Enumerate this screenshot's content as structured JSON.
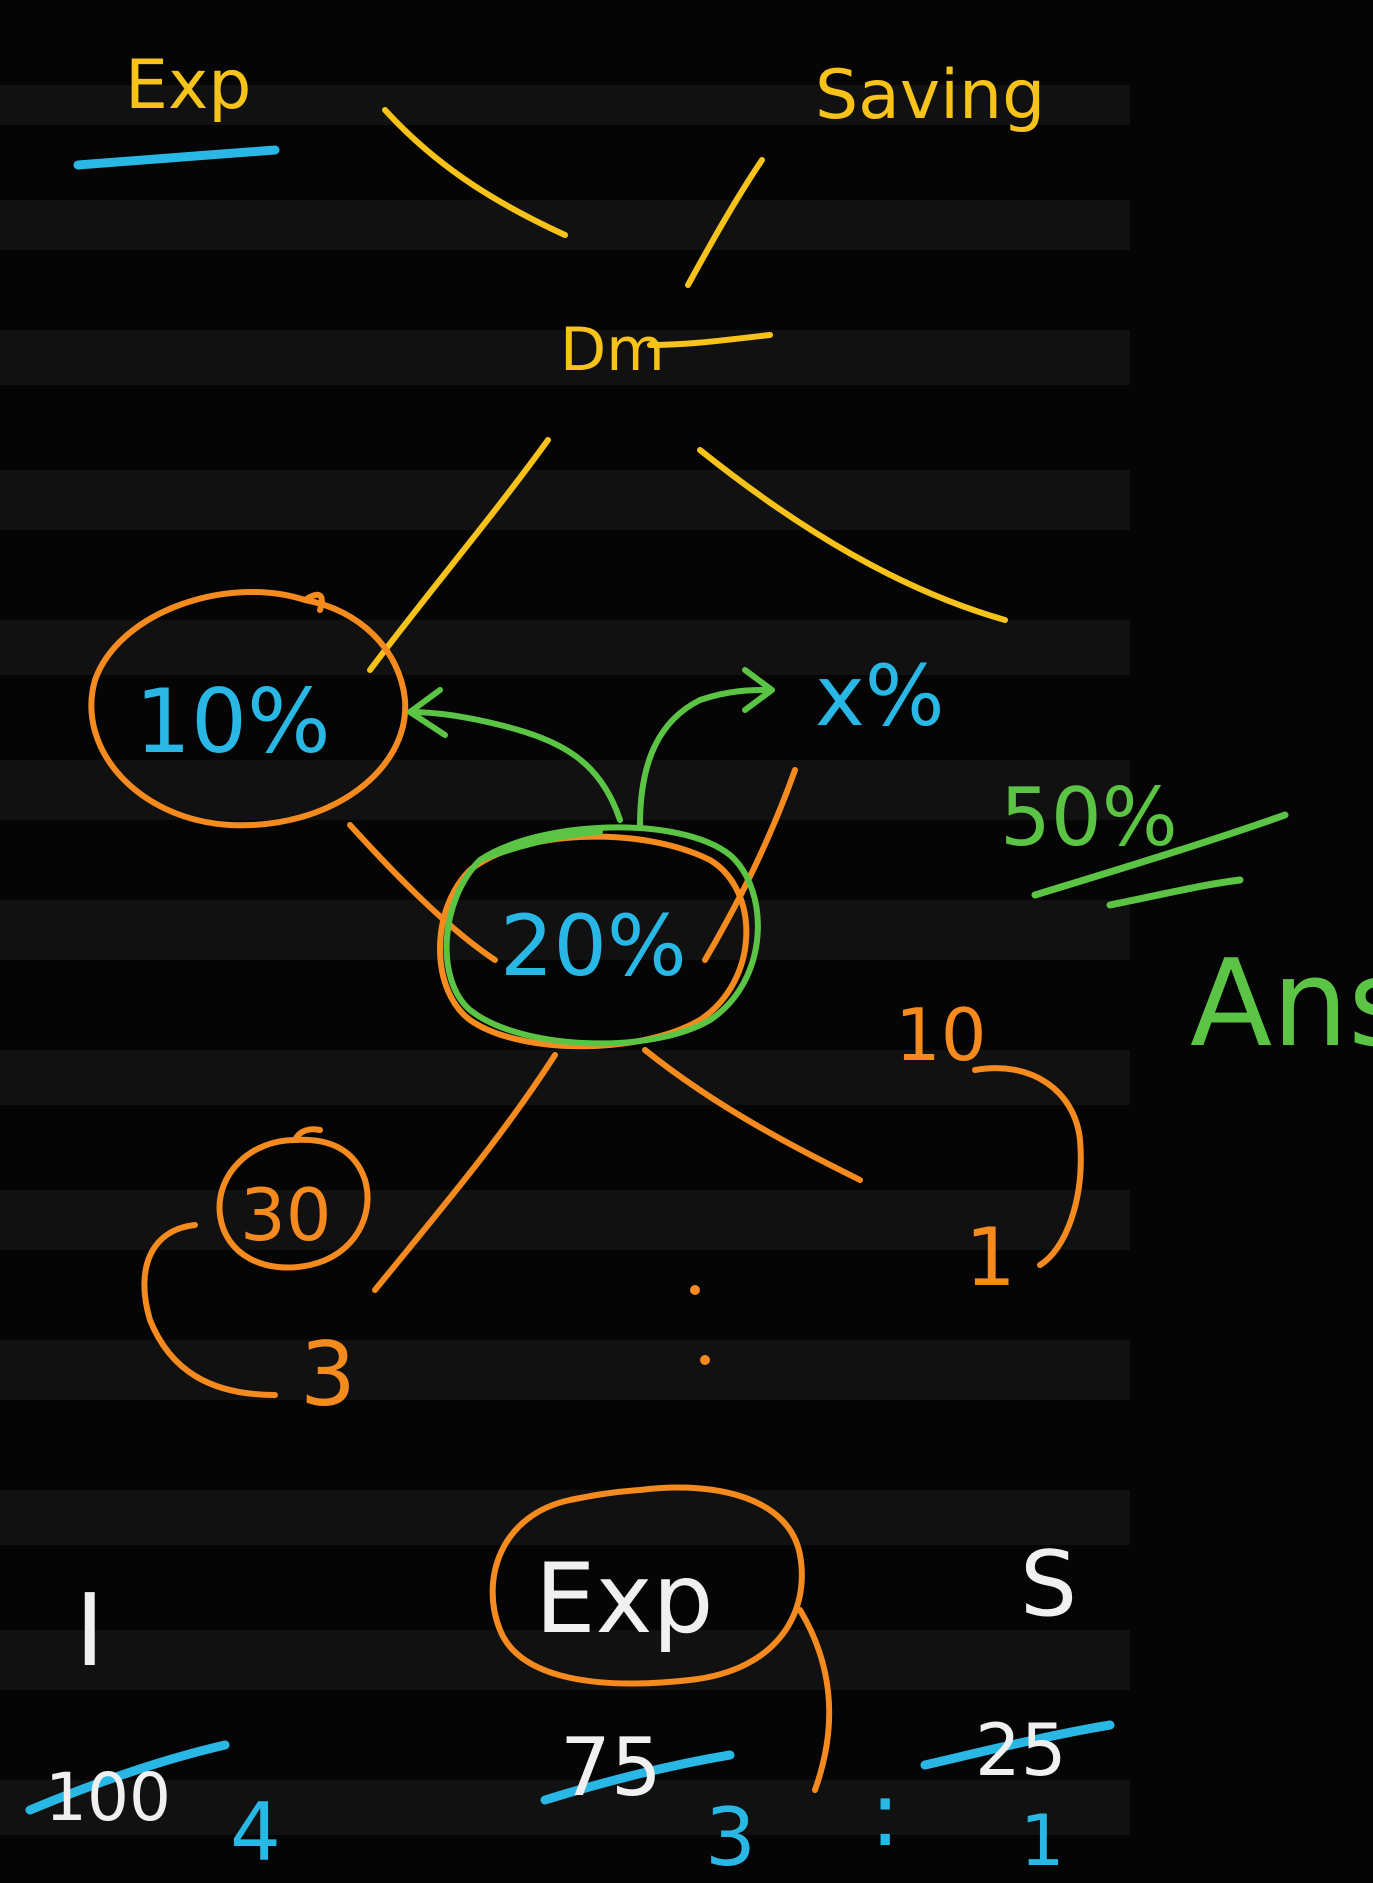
{
  "colors": {
    "background": "#050505",
    "band": "#141414",
    "yellow": "#f7c21a",
    "orange": "#f58a1f",
    "cyan": "#29b8e6",
    "green": "#5cc445",
    "white": "#f0f0f0"
  },
  "notes": {
    "exp_top": "Exp",
    "saving": "Saving",
    "dm": "Dm",
    "pct_10": "10%",
    "pct_x": "x%",
    "pct_20": "20%",
    "pct_50": "50%",
    "ans": "Ans",
    "ten": "10",
    "one": "1",
    "thirty": "30",
    "three": "3",
    "i_label": "I",
    "exp_bottom": "Exp",
    "s_label": "S",
    "i_value_struck": "100",
    "i_value": "4",
    "exp_value_struck": "75",
    "exp_value": "3",
    "ratio_sep": ":",
    "s_value_struck": "25",
    "s_value": "1"
  }
}
